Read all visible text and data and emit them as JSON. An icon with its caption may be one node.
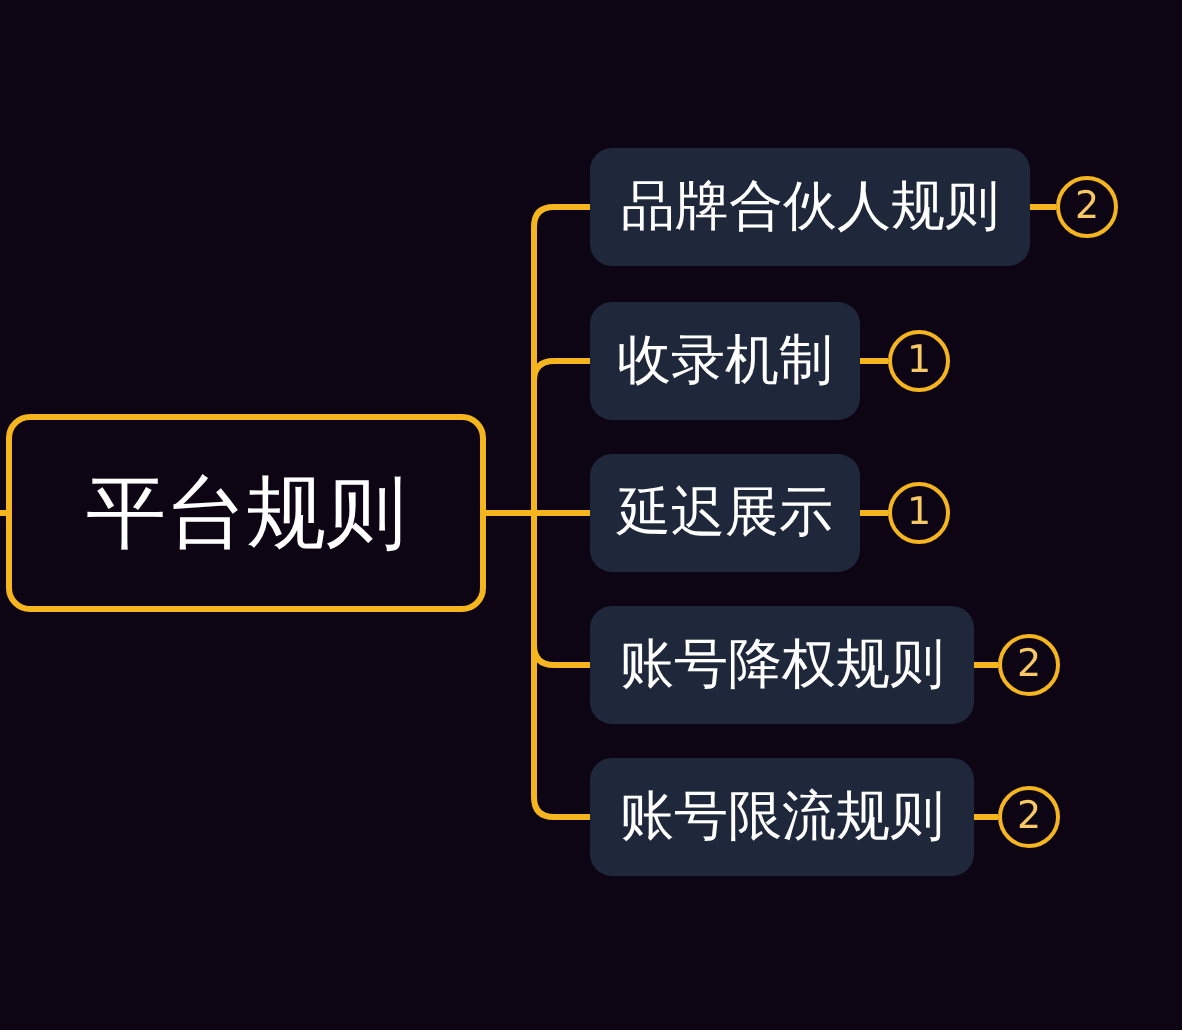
{
  "diagram": {
    "nodes": [
      {
        "text": [
          "平台规则"
        ]
      },
      {
        "text": [
          "品牌合伙人规则"
        ]
      },
      {
        "text": [
          "收录机制"
        ]
      },
      {
        "text": [
          "延迟展示"
        ]
      },
      {
        "text": [
          "账号降权规则"
        ]
      },
      {
        "text": [
          "账号限流规则"
        ]
      },
      {
        "text": [
          "2"
        ]
      },
      {
        "text": [
          "1"
        ]
      },
      {
        "text": [
          "1"
        ]
      },
      {
        "text": [
          "2"
        ]
      },
      {
        "text": [
          "2"
        ]
      }
    ],
    "edges": [
      {
        "from": null,
        "to": 0,
        "arrow": "none"
      },
      {
        "from": 0,
        "to": 1,
        "arrow": "none"
      },
      {
        "from": 0,
        "to": 2,
        "arrow": "none"
      },
      {
        "from": 0,
        "to": 3,
        "arrow": "none"
      },
      {
        "from": 0,
        "to": 4,
        "arrow": "none"
      },
      {
        "from": 0,
        "to": 5,
        "arrow": "none"
      },
      {
        "from": 1,
        "to": 6,
        "arrow": "none"
      },
      {
        "from": 2,
        "to": 7,
        "arrow": "none"
      },
      {
        "from": 3,
        "to": 8,
        "arrow": "none"
      },
      {
        "from": 4,
        "to": 9,
        "arrow": "none"
      },
      {
        "from": 5,
        "to": 10,
        "arrow": "none"
      }
    ]
  }
}
